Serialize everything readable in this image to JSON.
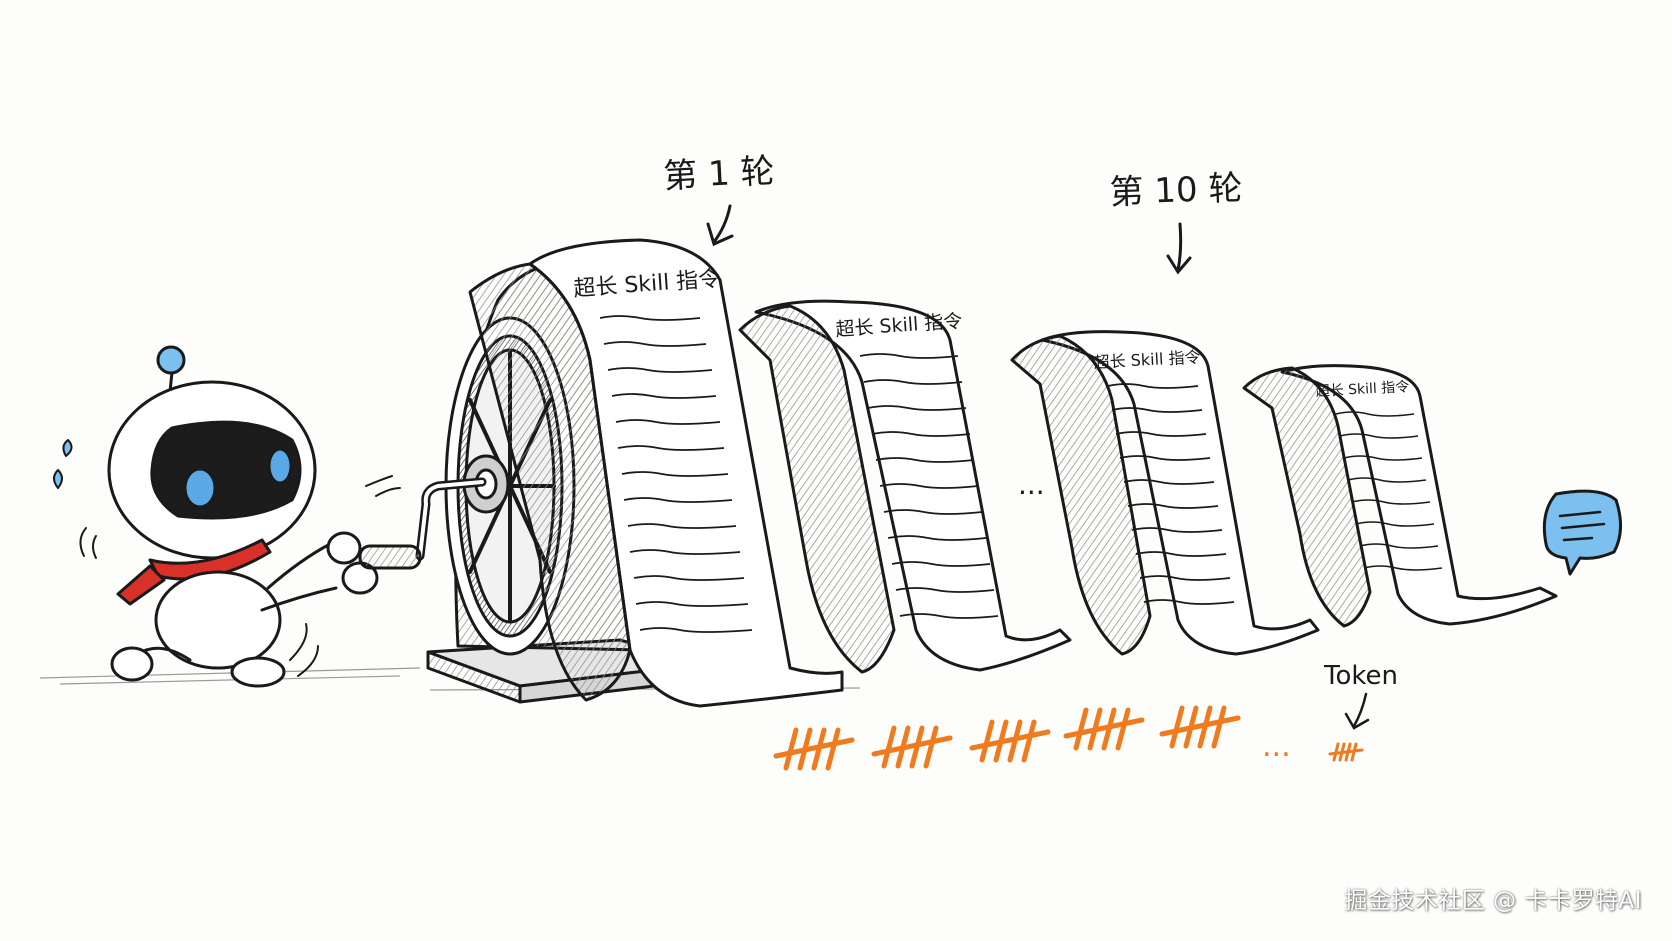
{
  "labels": {
    "round_1": "第 1 轮",
    "round_10": "第 10 轮",
    "token": "Token",
    "ellipsis_scrolls": "...",
    "ellipsis_tally": "..."
  },
  "scrolls": [
    {
      "title": "超长 Skill 指令"
    },
    {
      "title": "超长 Skill 指令"
    },
    {
      "title": "超长 Skill 指令"
    },
    {
      "title": "超长 Skill 指令"
    }
  ],
  "watermark": "掘金技术社区 @ 卡卡罗特AI",
  "colors": {
    "ink": "#1a1a1a",
    "tally_orange": "#f07a1e",
    "robot_eye_blue": "#5aa9e6",
    "scarf_red": "#d9302a",
    "speech_bubble_blue": "#7cc0ef",
    "paper": "#ffffff"
  },
  "icons": {
    "robot": "robot-icon",
    "crank_machine": "crank-machine-icon",
    "speech_bubble": "speech-bubble-icon",
    "arrow": "arrow-down-icon"
  }
}
